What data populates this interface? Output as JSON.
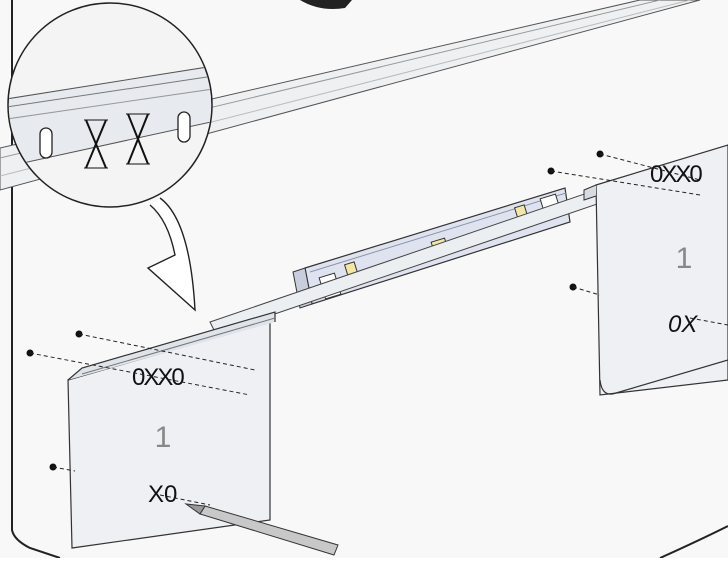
{
  "diagram": {
    "left_panel": {
      "number": "1",
      "top_marks": "0XX0",
      "bottom_marks": "X0"
    },
    "right_panel": {
      "number": "1",
      "top_marks": "0XX0",
      "bottom_marks": "0X"
    },
    "colors": {
      "outline": "#222222",
      "panel_fill": "#eef0f4",
      "level_fill": "#dfe3ef",
      "wall": "#f7f7f7",
      "rail": "#eceff2"
    }
  }
}
